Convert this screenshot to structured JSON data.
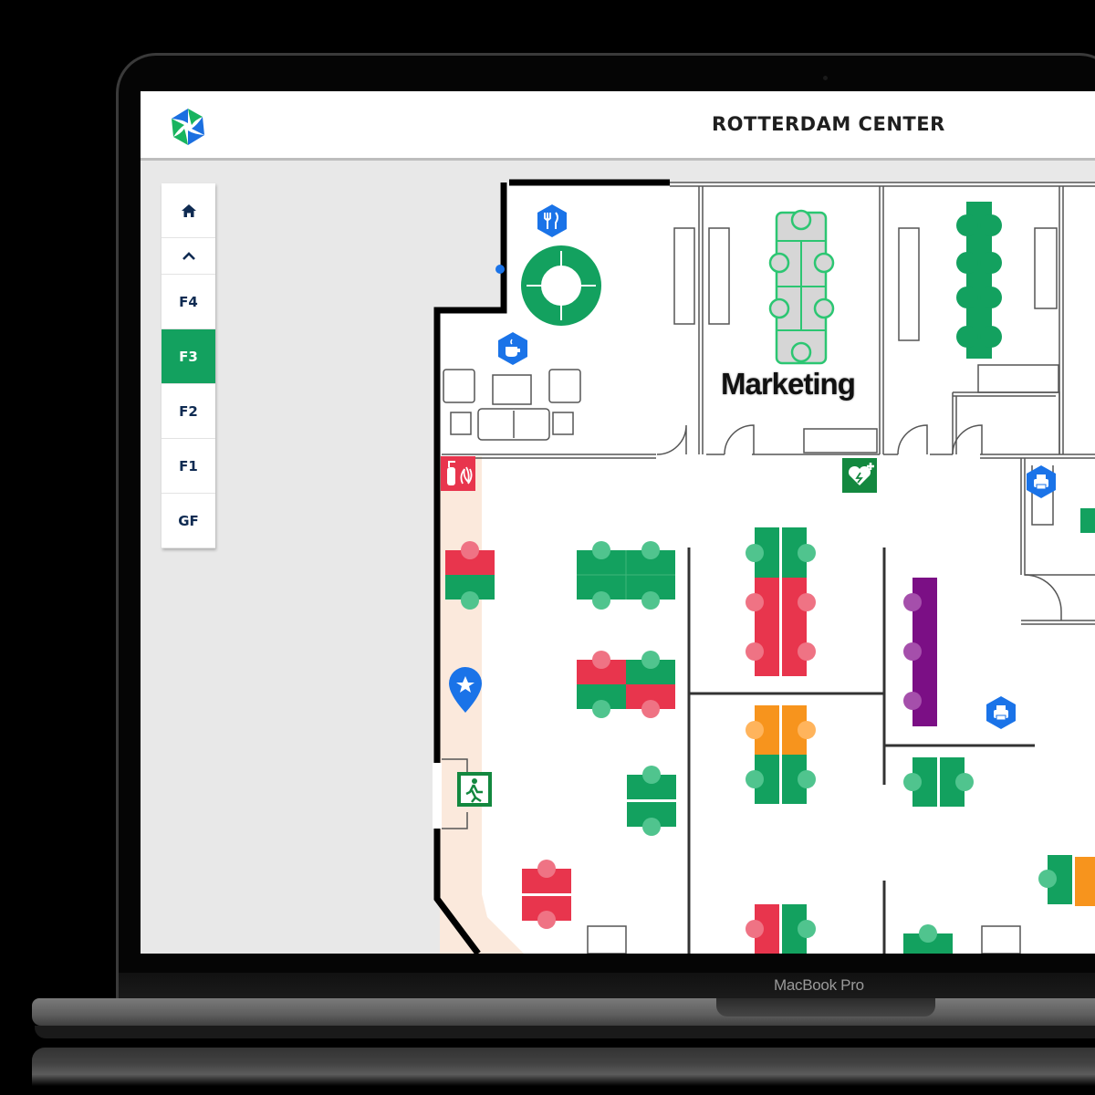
{
  "device": {
    "brand_label": "MacBook Pro"
  },
  "header": {
    "title": "ROTTERDAM CENTER",
    "logo": "app-logo"
  },
  "floor_nav": {
    "home_icon": "home-icon",
    "up_icon": "chevron-up-icon",
    "floors": [
      {
        "label": "F4",
        "active": false
      },
      {
        "label": "F3",
        "active": true
      },
      {
        "label": "F2",
        "active": false
      },
      {
        "label": "F1",
        "active": false
      },
      {
        "label": "GF",
        "active": false
      }
    ]
  },
  "floorplan": {
    "rooms": [
      {
        "label": "Marketing"
      }
    ],
    "poi_icons": [
      "restaurant-icon",
      "coffee-icon",
      "fire-extinguisher-icon",
      "favorite-location-pin-icon",
      "emergency-exit-icon",
      "aed-defibrillator-icon",
      "printer-icon",
      "printer-icon"
    ],
    "status_colors": {
      "available": "#13a15f",
      "occupied": "#e8354d",
      "reserved": "#f7941d",
      "team": "#7b0f85",
      "selected_outline": "#2cc672",
      "poi": "#1a73e8",
      "corridor": "#fbe9dc"
    }
  },
  "colors": {
    "accent": "#13a15f",
    "nav_text": "#0f2b52"
  }
}
